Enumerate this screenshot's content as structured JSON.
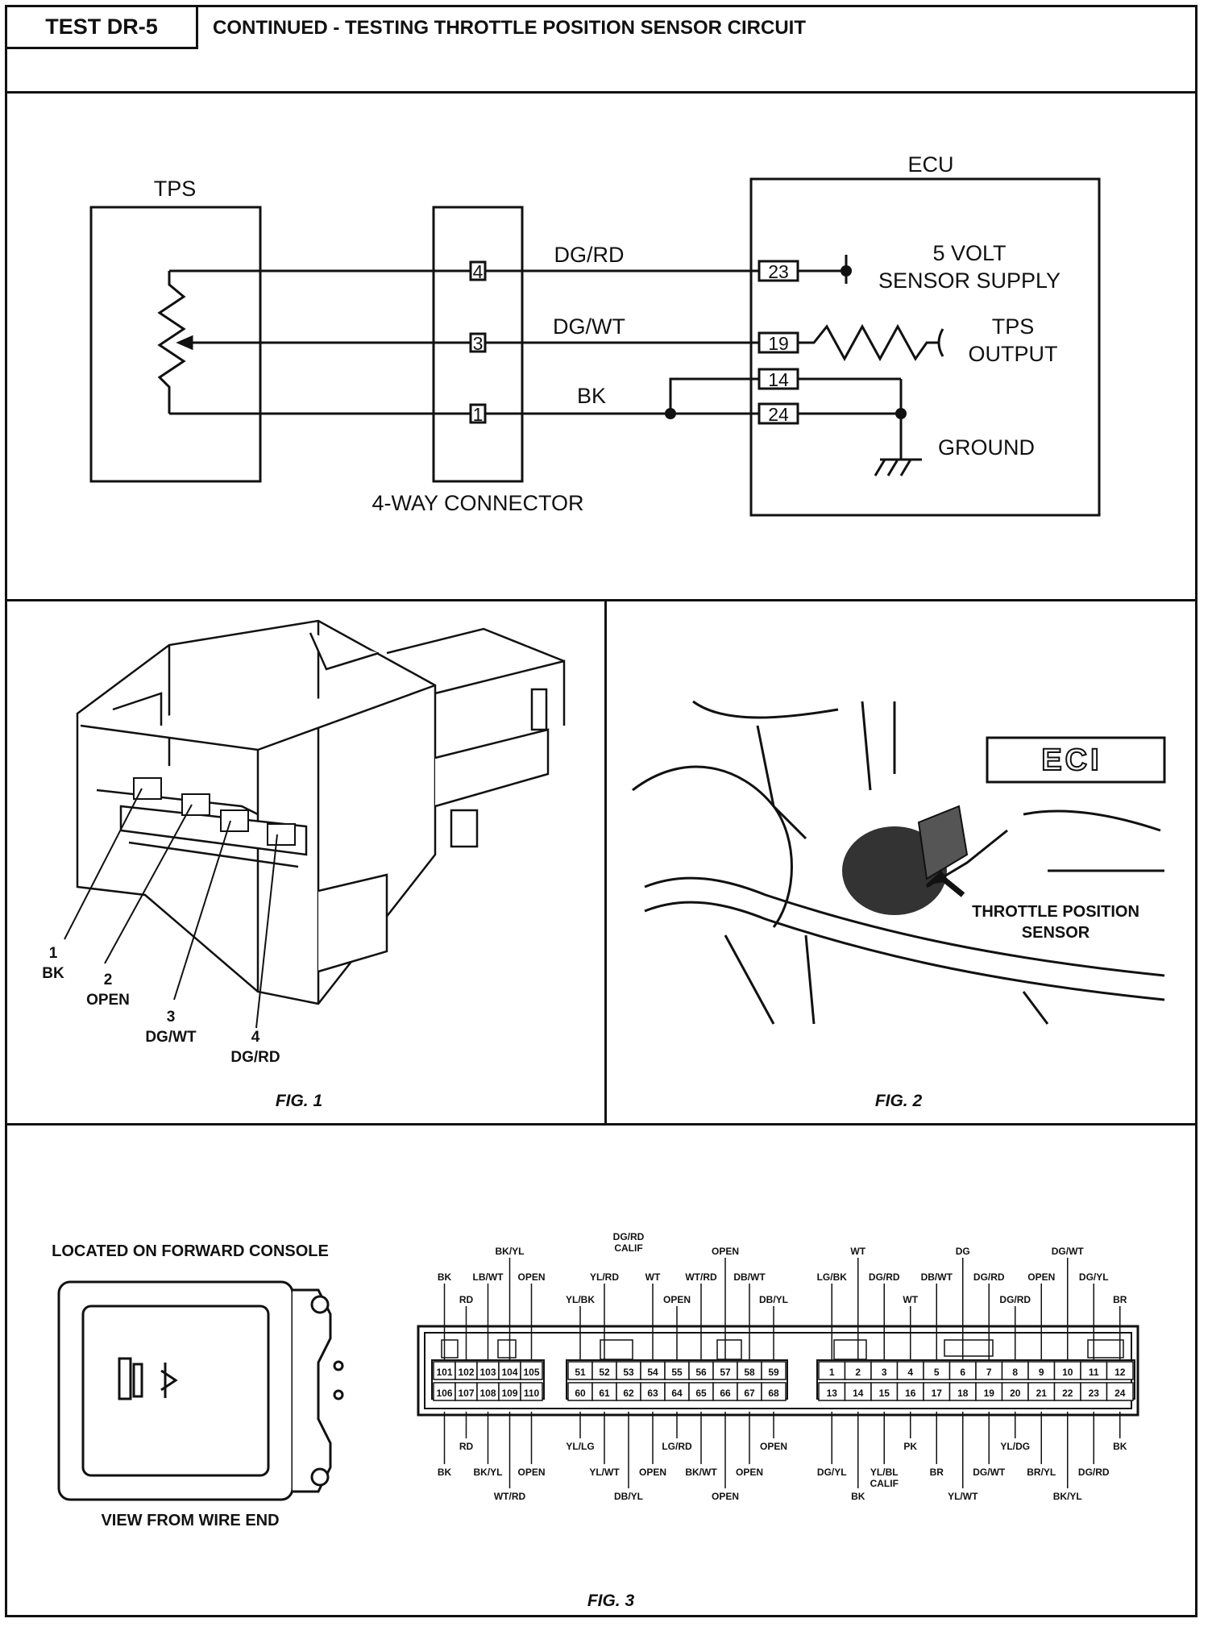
{
  "header": {
    "test_id": "TEST DR-5",
    "title": "CONTINUED - TESTING THROTTLE POSITION SENSOR CIRCUIT"
  },
  "schematic": {
    "tps_label": "TPS",
    "ecu_label": "ECU",
    "connector_label": "4-WAY CONNECTOR",
    "connector_pins": [
      "4",
      "3",
      "1"
    ],
    "wires": [
      "DG/RD",
      "DG/WT",
      "BK"
    ],
    "ecu_pins": [
      "23",
      "19",
      "14",
      "24"
    ],
    "supply_line1": "5 VOLT",
    "supply_line2": "SENSOR SUPPLY",
    "output_line1": "TPS",
    "output_line2": "OUTPUT",
    "ground_label": "GROUND"
  },
  "fig1": {
    "caption": "FIG. 1",
    "pins": [
      {
        "num": "1",
        "wire": "BK"
      },
      {
        "num": "2",
        "wire": "OPEN"
      },
      {
        "num": "3",
        "wire": "DG/WT"
      },
      {
        "num": "4",
        "wire": "DG/RD"
      }
    ]
  },
  "fig2": {
    "caption": "FIG. 2",
    "callout_line1": "THROTTLE POSITION",
    "callout_line2": "SENSOR",
    "badge": "ECI"
  },
  "fig3": {
    "caption": "FIG. 3",
    "location_label": "LOCATED ON FORWARD CONSOLE",
    "view_label": "VIEW FROM WIRE END",
    "row_top": [
      "101",
      "102",
      "103",
      "104",
      "105",
      "51",
      "52",
      "53",
      "54",
      "55",
      "56",
      "57",
      "58",
      "59",
      "1",
      "2",
      "3",
      "4",
      "5",
      "6",
      "7",
      "8",
      "9",
      "10",
      "11",
      "12"
    ],
    "row_bottom": [
      "106",
      "107",
      "108",
      "109",
      "110",
      "60",
      "61",
      "62",
      "63",
      "64",
      "65",
      "66",
      "67",
      "68",
      "13",
      "14",
      "15",
      "16",
      "17",
      "18",
      "19",
      "20",
      "21",
      "22",
      "23",
      "24"
    ],
    "top_labels": [
      {
        "text": "BK",
        "col": 0,
        "tier": 1
      },
      {
        "text": "RD",
        "col": 1,
        "tier": 2
      },
      {
        "text": "LB/WT",
        "col": 2,
        "tier": 1
      },
      {
        "text": "BK/YL",
        "col": 3,
        "tier": 0
      },
      {
        "text": "OPEN",
        "col": 4,
        "tier": 1
      },
      {
        "text": "YL/BK",
        "col": 5,
        "tier": 2
      },
      {
        "text": "YL/RD",
        "col": 6,
        "tier": 1
      },
      {
        "text": "DG/RD",
        "col": 7,
        "tier": -1
      },
      {
        "text": "CALIF",
        "col": 7,
        "tier": -0.5
      },
      {
        "text": "WT",
        "col": 8,
        "tier": 1
      },
      {
        "text": "OPEN",
        "col": 9,
        "tier": 2
      },
      {
        "text": "WT/RD",
        "col": 10,
        "tier": 1
      },
      {
        "text": "OPEN",
        "col": 11,
        "tier": 0
      },
      {
        "text": "DB/WT",
        "col": 12,
        "tier": 1
      },
      {
        "text": "DB/YL",
        "col": 13,
        "tier": 2
      },
      {
        "text": "LG/BK",
        "col": 14,
        "tier": 1
      },
      {
        "text": "WT",
        "col": 15,
        "tier": 0
      },
      {
        "text": "DG/RD",
        "col": 16,
        "tier": 1
      },
      {
        "text": "WT",
        "col": 17,
        "tier": 2
      },
      {
        "text": "DB/WT",
        "col": 18,
        "tier": 1
      },
      {
        "text": "DG",
        "col": 19,
        "tier": 0
      },
      {
        "text": "DG/RD",
        "col": 20,
        "tier": 1
      },
      {
        "text": "DG/RD",
        "col": 21,
        "tier": 2
      },
      {
        "text": "OPEN",
        "col": 22,
        "tier": 1
      },
      {
        "text": "DG/WT",
        "col": 23,
        "tier": 0
      },
      {
        "text": "DG/YL",
        "col": 24,
        "tier": 1
      },
      {
        "text": "BR",
        "col": 25,
        "tier": 2
      }
    ],
    "bottom_labels": [
      {
        "text": "RD",
        "col": 1,
        "tier": 0
      },
      {
        "text": "BK",
        "col": 0,
        "tier": 1
      },
      {
        "text": "BK/YL",
        "col": 2,
        "tier": 1
      },
      {
        "text": "WT/RD",
        "col": 3,
        "tier": 2
      },
      {
        "text": "OPEN",
        "col": 4,
        "tier": 1
      },
      {
        "text": "YL/LG",
        "col": 5,
        "tier": 0
      },
      {
        "text": "YL/WT",
        "col": 6,
        "tier": 1
      },
      {
        "text": "DB/YL",
        "col": 7,
        "tier": 2
      },
      {
        "text": "OPEN",
        "col": 8,
        "tier": 1
      },
      {
        "text": "LG/RD",
        "col": 9,
        "tier": 0
      },
      {
        "text": "BK/WT",
        "col": 10,
        "tier": 1
      },
      {
        "text": "OPEN",
        "col": 11,
        "tier": 2
      },
      {
        "text": "OPEN",
        "col": 12,
        "tier": 1
      },
      {
        "text": "OPEN",
        "col": 13,
        "tier": 0
      },
      {
        "text": "DG/YL",
        "col": 14,
        "tier": 1
      },
      {
        "text": "BK",
        "col": 15,
        "tier": 2
      },
      {
        "text": "YL/BL",
        "col": 16,
        "tier": 1
      },
      {
        "text": "CALIF",
        "col": 16,
        "tier": 1.5
      },
      {
        "text": "PK",
        "col": 17,
        "tier": 0
      },
      {
        "text": "BR",
        "col": 18,
        "tier": 1
      },
      {
        "text": "YL/WT",
        "col": 19,
        "tier": 2
      },
      {
        "text": "DG/WT",
        "col": 20,
        "tier": 1
      },
      {
        "text": "YL/DG",
        "col": 21,
        "tier": 0
      },
      {
        "text": "BR/YL",
        "col": 22,
        "tier": 1
      },
      {
        "text": "BK/YL",
        "col": 23,
        "tier": 2
      },
      {
        "text": "DG/RD",
        "col": 24,
        "tier": 1
      },
      {
        "text": "BK",
        "col": 25,
        "tier": 0
      }
    ]
  }
}
